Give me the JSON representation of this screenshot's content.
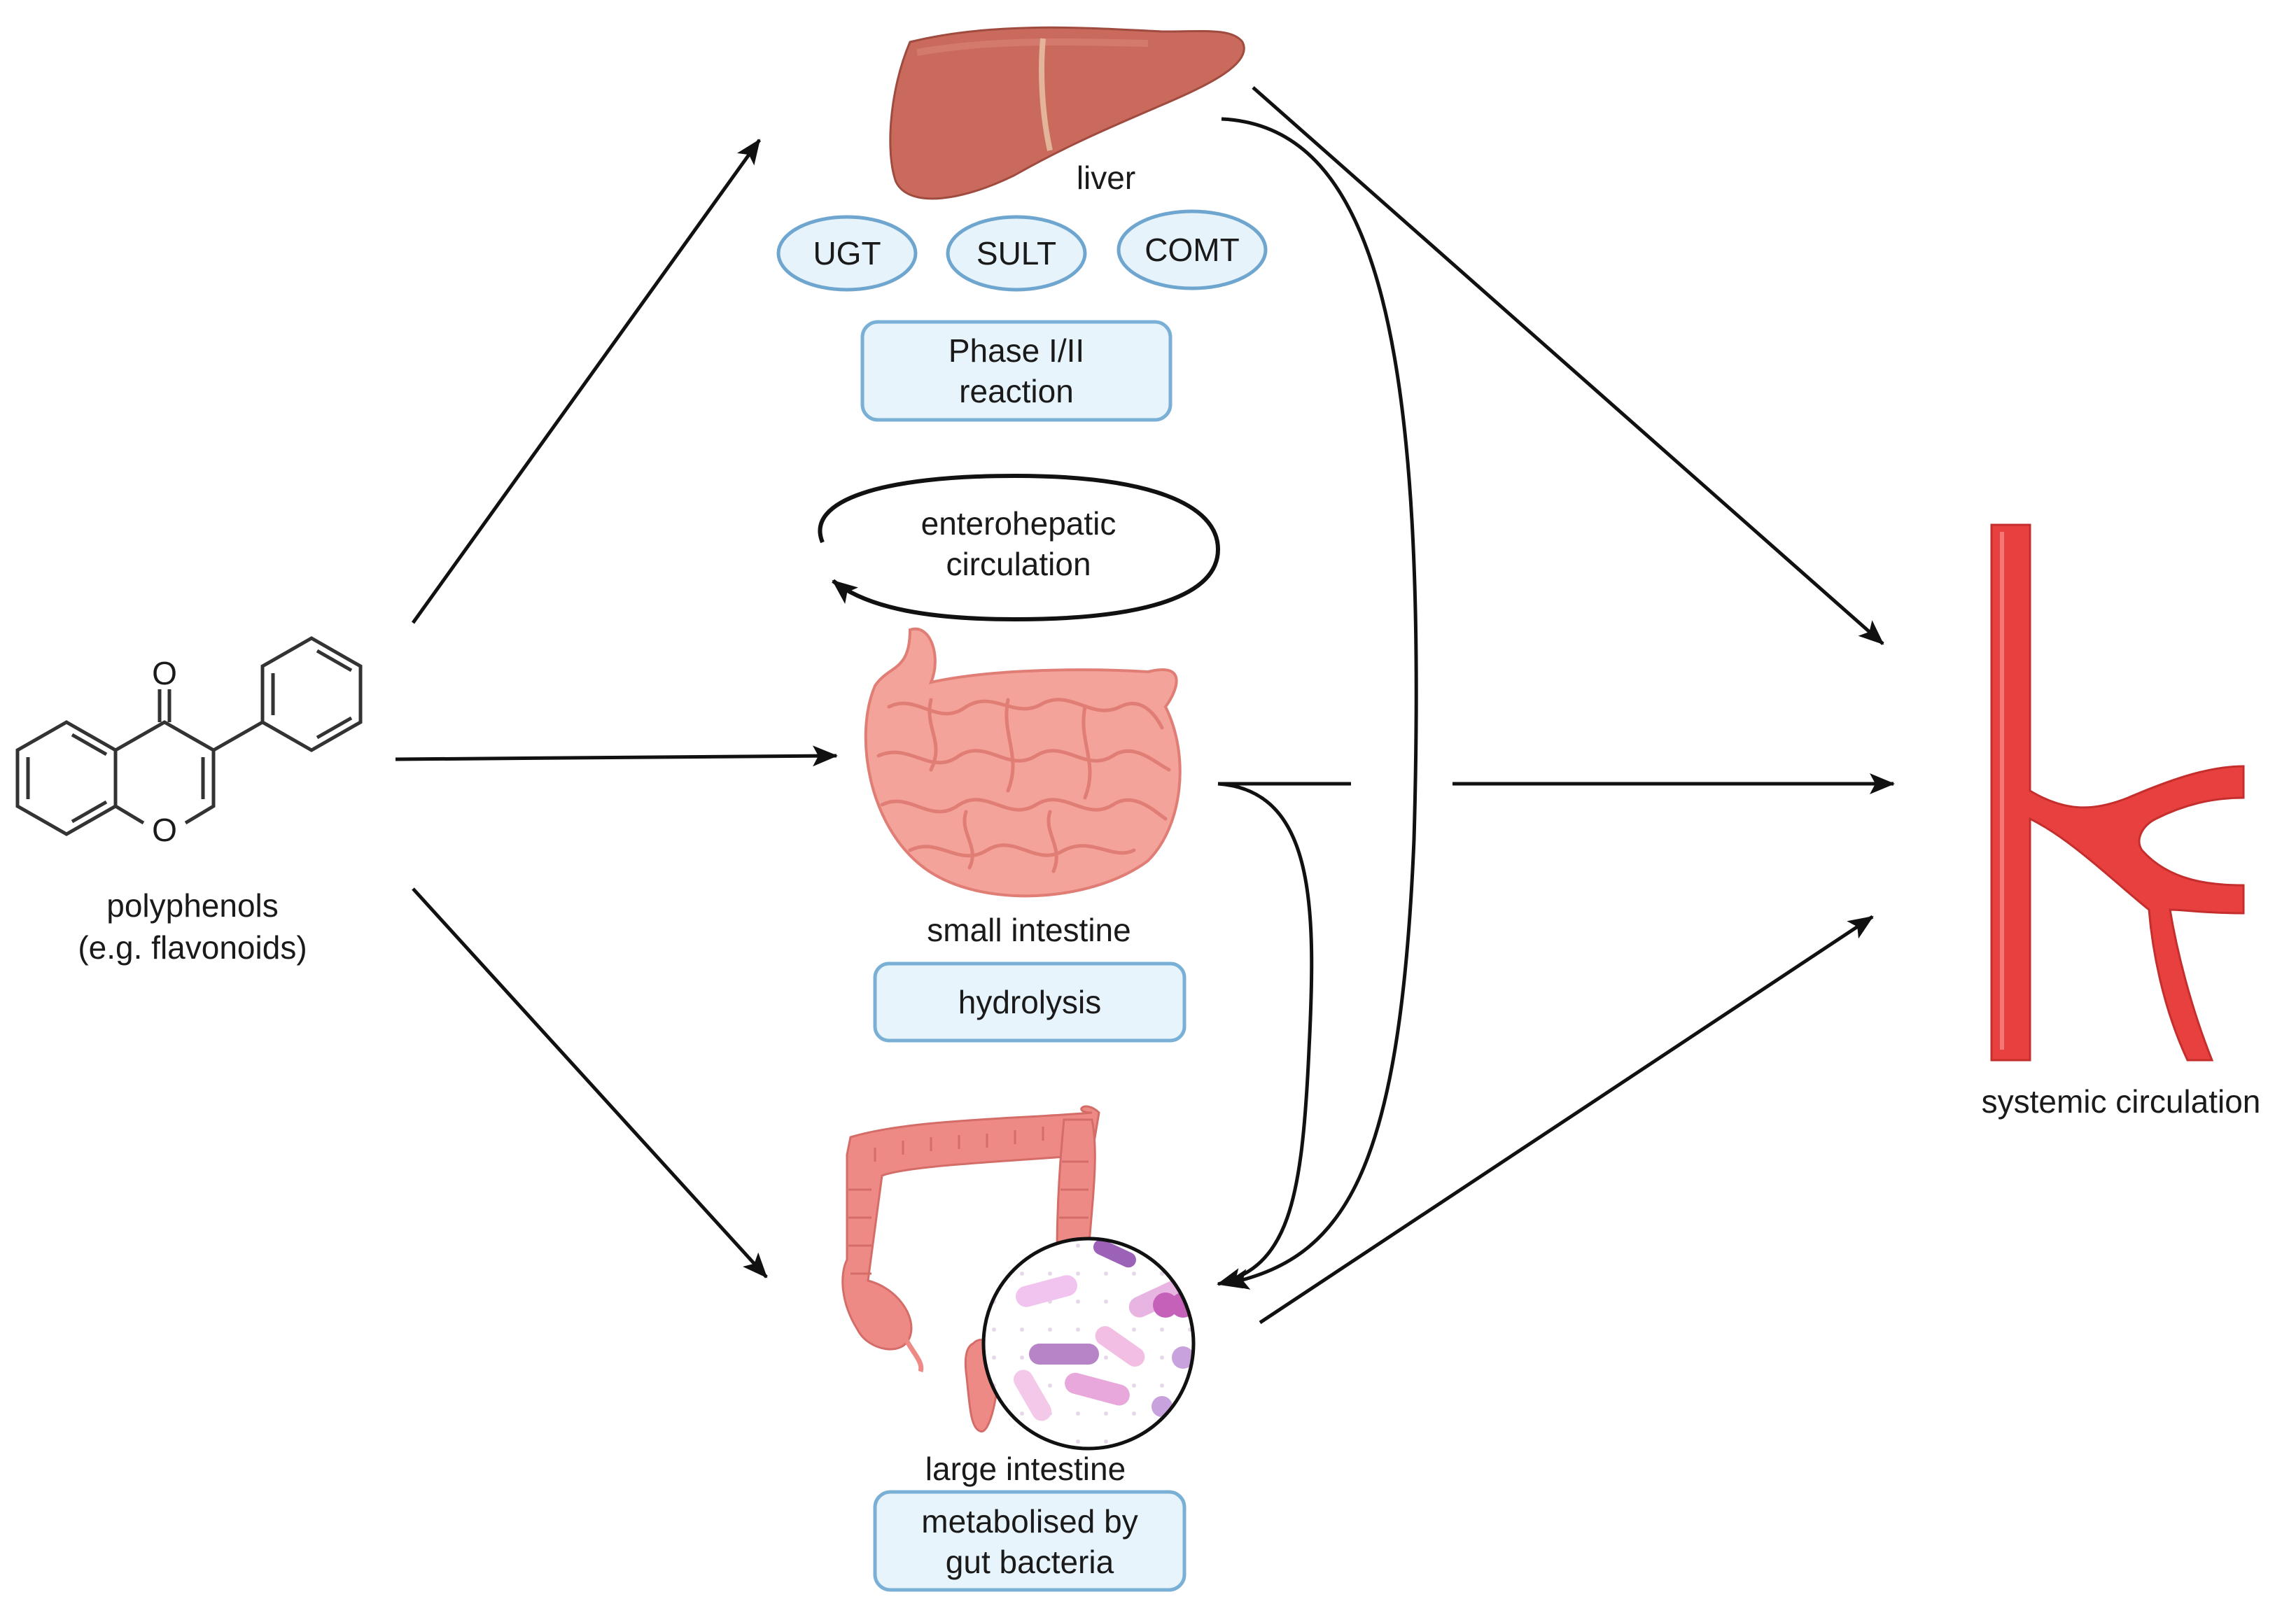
{
  "compound": {
    "carbonyl_atom": "O",
    "ring_atom": "O",
    "label_line1": "polyphenols",
    "label_line2": "(e.g. flavonoids)"
  },
  "liver": {
    "label": "liver",
    "enzymes": [
      "UGT",
      "SULT",
      "COMT"
    ],
    "process_line1": "Phase I/II",
    "process_line2": "reaction"
  },
  "enterohepatic": {
    "line1": "enterohepatic",
    "line2": "circulation"
  },
  "small_intestine": {
    "label": "small intestine",
    "process": "hydrolysis"
  },
  "large_intestine": {
    "label": "large intestine",
    "process_line1": "metabolised by",
    "process_line2": "gut bacteria"
  },
  "systemic": {
    "label": "systemic circulation"
  },
  "colors": {
    "liver": "#c96a5c",
    "intestine": "#f3a39a",
    "colon": "#ee8a86",
    "vessel": "#e8403f",
    "enzyme_fill": "#e6f3fb",
    "enzyme_stroke": "#6fa6cf",
    "box_fill": "#e8f4fb",
    "box_stroke": "#7ab0d6"
  }
}
